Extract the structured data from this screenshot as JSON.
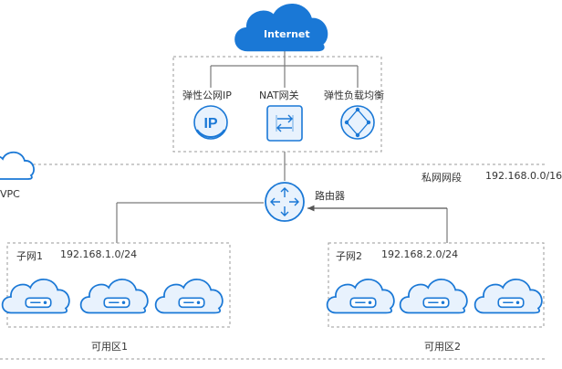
{
  "internet": {
    "label": "Internet"
  },
  "services": [
    {
      "label": "弹性公网IP",
      "icon": "eip-icon"
    },
    {
      "label": "NAT网关",
      "icon": "nat-gateway-icon"
    },
    {
      "label": "弹性负载均衡",
      "icon": "load-balancer-icon"
    }
  ],
  "vpc": {
    "label": "VPC",
    "icon": "vpc-cloud-icon"
  },
  "private_segment": {
    "label": "私网网段",
    "cidr": "192.168.0.0/16"
  },
  "router": {
    "label": "路由器",
    "icon": "router-icon"
  },
  "subnets": [
    {
      "label": "子网1",
      "cidr": "192.168.1.0/24",
      "zone": "可用区1",
      "server_icon": "cloud-server-icon"
    },
    {
      "label": "子网2",
      "cidr": "192.168.2.0/24",
      "zone": "可用区2",
      "server_icon": "cloud-server-icon"
    }
  ],
  "colors": {
    "accent": "#1a78d6",
    "icon_light": "#e8f2fd",
    "line": "#7a7a7a",
    "dash": "#9a9a9a",
    "text": "#333333"
  }
}
